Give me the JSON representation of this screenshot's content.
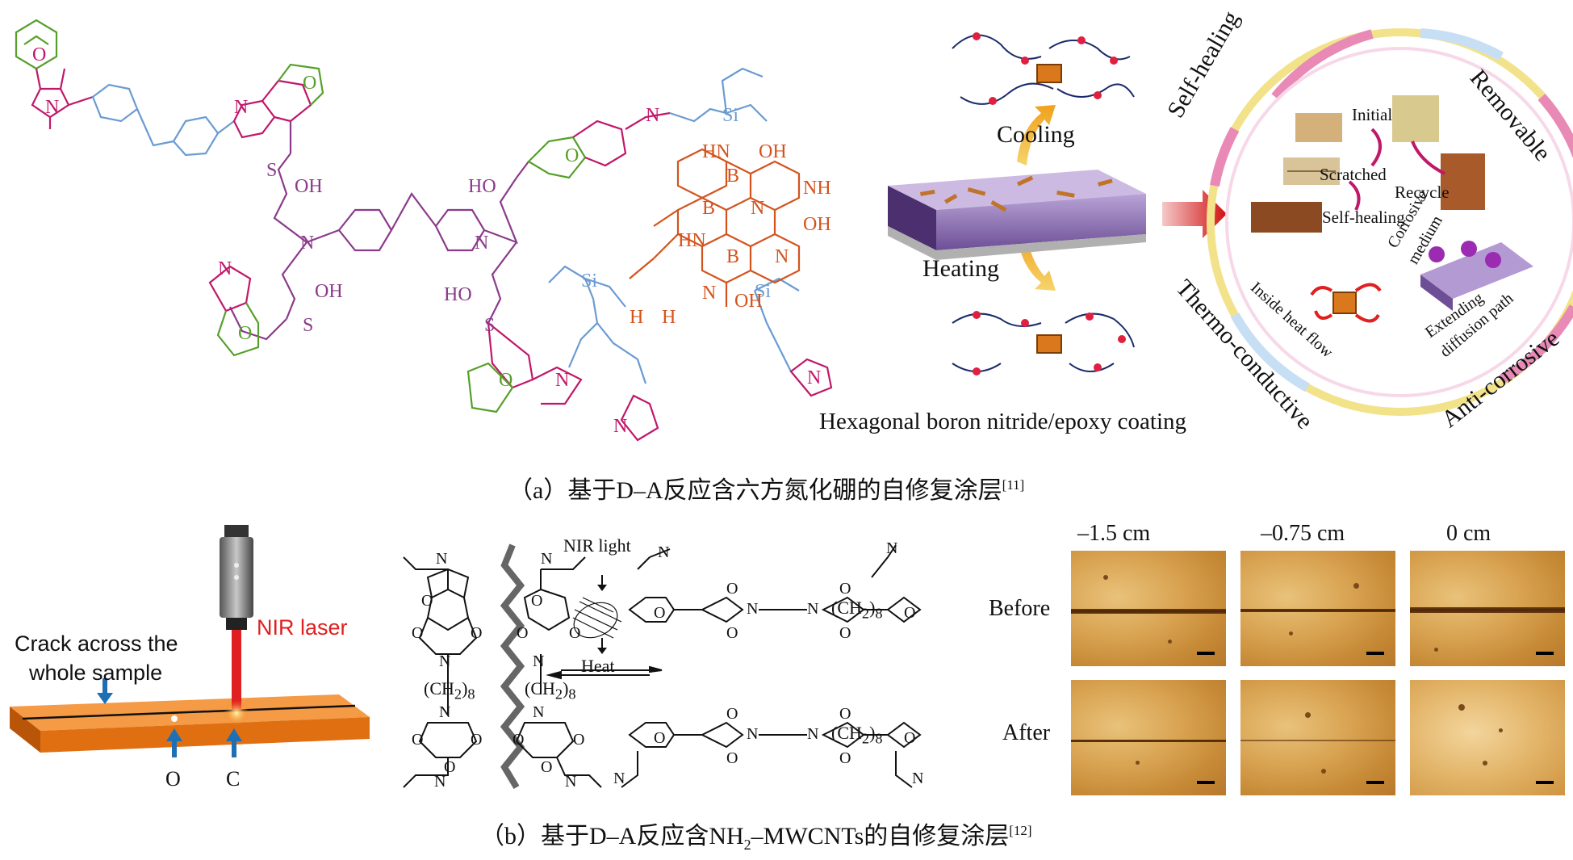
{
  "panel_a": {
    "caption_prefix": "（a）基于D–A反应含六方氮化硼的自修复涂层",
    "caption_ref": "[11]",
    "coating_label": "Hexagonal boron nitride/epoxy coating",
    "cooling_label": "Cooling",
    "heating_label": "Heating",
    "ring": {
      "self_healing": "Self-healing",
      "removable": "Removable",
      "thermo_conductive": "Thermo-conductive",
      "anti_corrosive": "Anti-corrosive",
      "initial": "Initial",
      "scratched": "Scratched",
      "recycle": "Recycle",
      "self_healing_inner": "Self-healing",
      "corrosive": "Corrosive",
      "medium": "medium",
      "inside_heat_flow": "Inside heat flow",
      "extending": "Extending",
      "diffusion_path": "diffusion path"
    },
    "chem": {
      "oh": "OH",
      "n": "N",
      "s": "S",
      "o": "O",
      "b": "B",
      "hn": "HN",
      "h": "H",
      "si": "Si",
      "nh": "NH"
    }
  },
  "panel_b": {
    "caption_prefix": "（b）基于D–A反应含NH",
    "caption_sub": "2",
    "caption_suffix": "–MWCNTs的自修复涂层",
    "caption_ref": "[12]",
    "crack_label_line1": "Crack across the",
    "crack_label_line2": "whole sample",
    "nir_laser": "NIR laser",
    "point_o": "O",
    "point_c": "C",
    "nir_light": "NIR light",
    "heat": "Heat",
    "ch2_8": "(CH",
    "ch2_sub": "2",
    "ch2_close": ")",
    "ch2_n": "8",
    "positions": [
      "–1.5 cm",
      "–0.75 cm",
      "0 cm"
    ],
    "before": "Before",
    "after": "After"
  },
  "colors": {
    "magenta": "#c0186a",
    "green": "#55a02a",
    "blue": "#6b9bd2",
    "orange": "#d4531d",
    "purple": "#8b3a8b",
    "ring_pink": "#e88ab5",
    "ring_yellow": "#f2e28a",
    "laser_red": "#e02020",
    "bar_orange": "#f07d1f"
  }
}
